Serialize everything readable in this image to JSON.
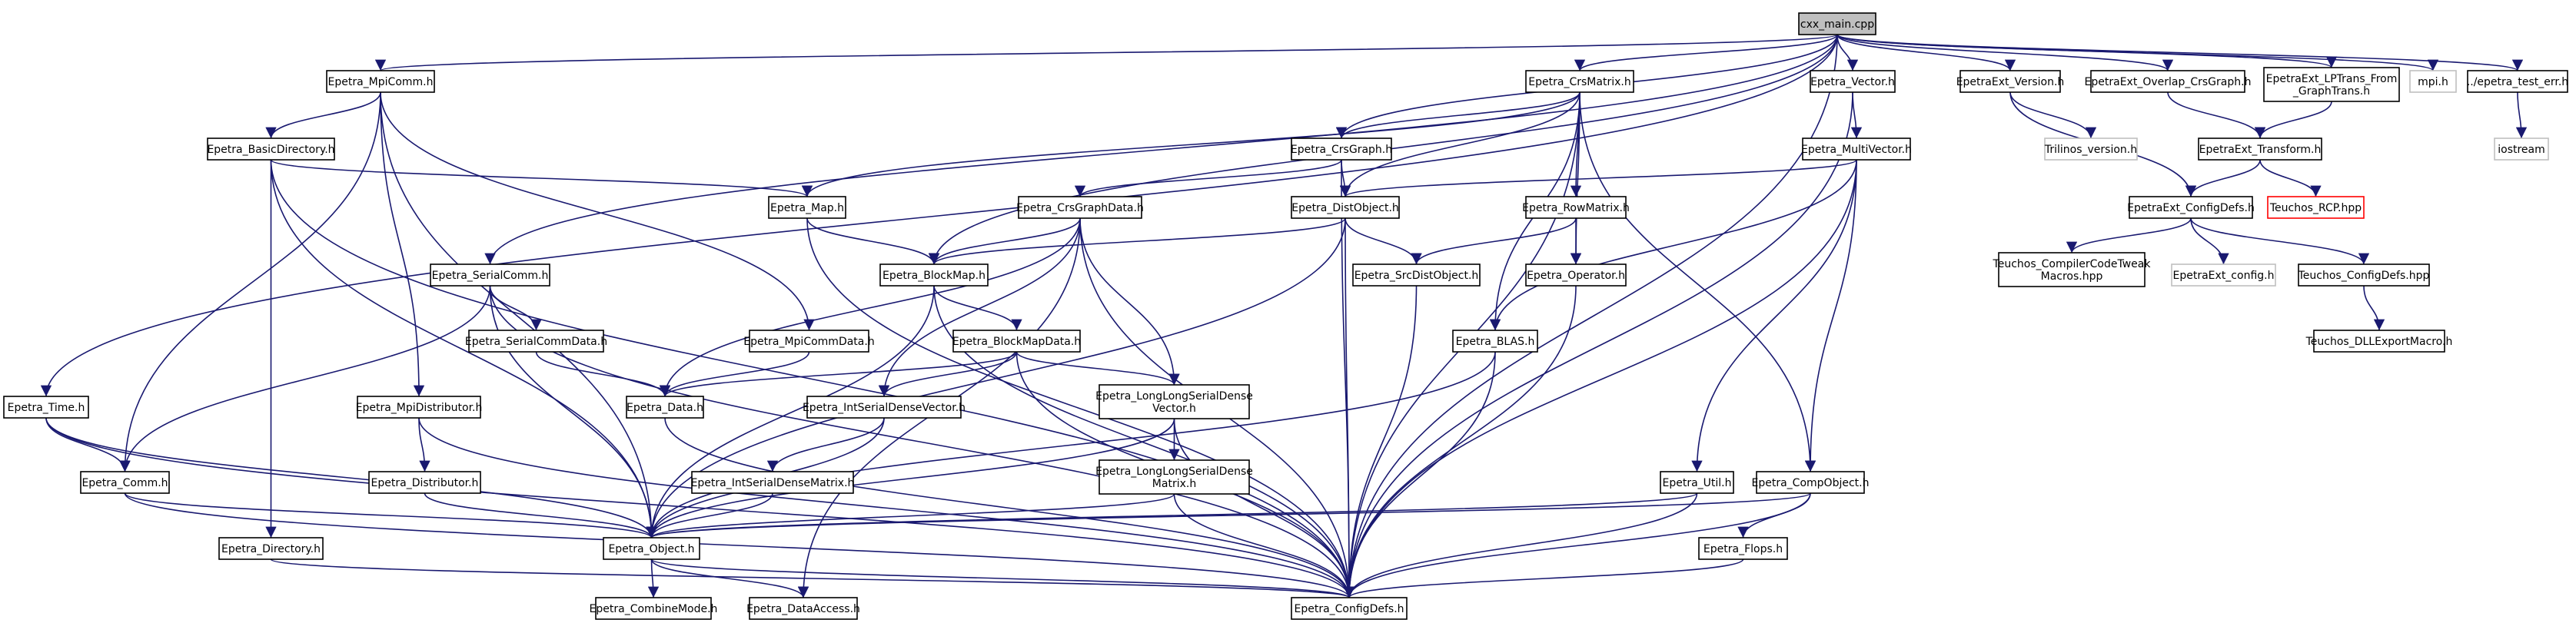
{
  "graph": {
    "nodes": [
      {
        "id": "cxx_main",
        "lines": [
          "cxx_main.cpp"
        ],
        "style": "root"
      },
      {
        "id": "mpicomm",
        "lines": [
          "Epetra_MpiComm.h"
        ]
      },
      {
        "id": "crsmatrix",
        "lines": [
          "Epetra_CrsMatrix.h"
        ]
      },
      {
        "id": "vector",
        "lines": [
          "Epetra_Vector.h"
        ]
      },
      {
        "id": "extversion",
        "lines": [
          "EpetraExt_Version.h"
        ]
      },
      {
        "id": "overlap",
        "lines": [
          "EpetraExt_Overlap_CrsGraph.h"
        ]
      },
      {
        "id": "lptrans",
        "lines": [
          "EpetraExt_LPTrans_From",
          "_GraphTrans.h"
        ]
      },
      {
        "id": "mpih",
        "lines": [
          "mpi.h"
        ],
        "style": "gray"
      },
      {
        "id": "testerr",
        "lines": [
          "../epetra_test_err.h"
        ]
      },
      {
        "id": "basicdir",
        "lines": [
          "Epetra_BasicDirectory.h"
        ]
      },
      {
        "id": "crsgraph",
        "lines": [
          "Epetra_CrsGraph.h"
        ]
      },
      {
        "id": "multivector",
        "lines": [
          "Epetra_MultiVector.h"
        ]
      },
      {
        "id": "trilinosver",
        "lines": [
          "Trilinos_version.h"
        ],
        "style": "gray"
      },
      {
        "id": "exttransform",
        "lines": [
          "EpetraExt_Transform.h"
        ]
      },
      {
        "id": "iostream",
        "lines": [
          "iostream"
        ],
        "style": "gray"
      },
      {
        "id": "map",
        "lines": [
          "Epetra_Map.h"
        ]
      },
      {
        "id": "crsgraphdata",
        "lines": [
          "Epetra_CrsGraphData.h"
        ]
      },
      {
        "id": "distobject",
        "lines": [
          "Epetra_DistObject.h"
        ]
      },
      {
        "id": "rowmatrix",
        "lines": [
          "Epetra_RowMatrix.h"
        ]
      },
      {
        "id": "extconfig",
        "lines": [
          "EpetraExt_ConfigDefs.h"
        ]
      },
      {
        "id": "rcp",
        "lines": [
          "Teuchos_RCP.hpp"
        ],
        "style": "red"
      },
      {
        "id": "serialcomm",
        "lines": [
          "Epetra_SerialComm.h"
        ]
      },
      {
        "id": "blockmap",
        "lines": [
          "Epetra_BlockMap.h"
        ]
      },
      {
        "id": "srcdist",
        "lines": [
          "Epetra_SrcDistObject.h"
        ]
      },
      {
        "id": "operator",
        "lines": [
          "Epetra_Operator.h"
        ]
      },
      {
        "id": "compilercode",
        "lines": [
          "Teuchos_CompilerCodeTweak",
          "Macros.hpp"
        ]
      },
      {
        "id": "extconfigh",
        "lines": [
          "EpetraExt_config.h"
        ],
        "style": "gray"
      },
      {
        "id": "teuchosconfig",
        "lines": [
          "Teuchos_ConfigDefs.hpp"
        ]
      },
      {
        "id": "serialcommdata",
        "lines": [
          "Epetra_SerialCommData.h"
        ]
      },
      {
        "id": "mpicommdata",
        "lines": [
          "Epetra_MpiCommData.h"
        ]
      },
      {
        "id": "blockmapdata",
        "lines": [
          "Epetra_BlockMapData.h"
        ]
      },
      {
        "id": "blas",
        "lines": [
          "Epetra_BLAS.h"
        ]
      },
      {
        "id": "dllexport",
        "lines": [
          "Teuchos_DLLExportMacro.h"
        ]
      },
      {
        "id": "time",
        "lines": [
          "Epetra_Time.h"
        ]
      },
      {
        "id": "mpidistributor",
        "lines": [
          "Epetra_MpiDistributor.h"
        ]
      },
      {
        "id": "data",
        "lines": [
          "Epetra_Data.h"
        ]
      },
      {
        "id": "intserialvec",
        "lines": [
          "Epetra_IntSerialDenseVector.h"
        ]
      },
      {
        "id": "llsdvector",
        "lines": [
          "Epetra_LongLongSerialDense",
          "Vector.h"
        ]
      },
      {
        "id": "comm",
        "lines": [
          "Epetra_Comm.h"
        ]
      },
      {
        "id": "distributor",
        "lines": [
          "Epetra_Distributor.h"
        ]
      },
      {
        "id": "intserialmat",
        "lines": [
          "Epetra_IntSerialDenseMatrix.h"
        ]
      },
      {
        "id": "llsdmatrix",
        "lines": [
          "Epetra_LongLongSerialDense",
          "Matrix.h"
        ]
      },
      {
        "id": "util",
        "lines": [
          "Epetra_Util.h"
        ]
      },
      {
        "id": "compobject",
        "lines": [
          "Epetra_CompObject.h"
        ]
      },
      {
        "id": "directory",
        "lines": [
          "Epetra_Directory.h"
        ]
      },
      {
        "id": "object",
        "lines": [
          "Epetra_Object.h"
        ]
      },
      {
        "id": "flops",
        "lines": [
          "Epetra_Flops.h"
        ]
      },
      {
        "id": "combinemode",
        "lines": [
          "Epetra_CombineMode.h"
        ]
      },
      {
        "id": "dataaccess",
        "lines": [
          "Epetra_DataAccess.h"
        ]
      },
      {
        "id": "configdefs",
        "lines": [
          "Epetra_ConfigDefs.h"
        ]
      }
    ],
    "edges": [
      [
        "cxx_main",
        "mpicomm"
      ],
      [
        "cxx_main",
        "crsmatrix"
      ],
      [
        "cxx_main",
        "vector"
      ],
      [
        "cxx_main",
        "extversion"
      ],
      [
        "cxx_main",
        "overlap"
      ],
      [
        "cxx_main",
        "lptrans"
      ],
      [
        "cxx_main",
        "mpih"
      ],
      [
        "cxx_main",
        "testerr"
      ],
      [
        "cxx_main",
        "time"
      ],
      [
        "cxx_main",
        "serialcomm"
      ],
      [
        "cxx_main",
        "crsgraph"
      ],
      [
        "cxx_main",
        "blockmap"
      ],
      [
        "cxx_main",
        "configdefs"
      ],
      [
        "mpicomm",
        "basicdir"
      ],
      [
        "mpicomm",
        "mpidistributor"
      ],
      [
        "mpicomm",
        "mpicommdata"
      ],
      [
        "mpicomm",
        "comm"
      ],
      [
        "mpicomm",
        "object"
      ],
      [
        "basicdir",
        "map"
      ],
      [
        "basicdir",
        "directory"
      ],
      [
        "basicdir",
        "object"
      ],
      [
        "basicdir",
        "configdefs"
      ],
      [
        "crsmatrix",
        "crsgraph"
      ],
      [
        "crsmatrix",
        "map"
      ],
      [
        "crsmatrix",
        "distobject"
      ],
      [
        "crsmatrix",
        "rowmatrix"
      ],
      [
        "crsmatrix",
        "operator"
      ],
      [
        "crsmatrix",
        "compobject"
      ],
      [
        "crsmatrix",
        "blas"
      ],
      [
        "crsmatrix",
        "configdefs"
      ],
      [
        "crsgraph",
        "crsgraphdata"
      ],
      [
        "crsgraph",
        "distobject"
      ],
      [
        "crsgraph",
        "configdefs"
      ],
      [
        "crsgraphdata",
        "data"
      ],
      [
        "crsgraphdata",
        "blockmap"
      ],
      [
        "crsgraphdata",
        "intserialvec"
      ],
      [
        "crsgraphdata",
        "llsdvector"
      ],
      [
        "crsgraphdata",
        "configdefs"
      ],
      [
        "crsgraphdata",
        "dataaccess"
      ],
      [
        "map",
        "blockmap"
      ],
      [
        "map",
        "configdefs"
      ],
      [
        "distobject",
        "blockmap"
      ],
      [
        "distobject",
        "srcdist"
      ],
      [
        "distobject",
        "object"
      ],
      [
        "distobject",
        "configdefs"
      ],
      [
        "rowmatrix",
        "operator"
      ],
      [
        "rowmatrix",
        "srcdist"
      ],
      [
        "vector",
        "multivector"
      ],
      [
        "vector",
        "configdefs"
      ],
      [
        "multivector",
        "distobject"
      ],
      [
        "multivector",
        "blas"
      ],
      [
        "multivector",
        "util"
      ],
      [
        "multivector",
        "compobject"
      ],
      [
        "multivector",
        "configdefs"
      ],
      [
        "serialcomm",
        "serialcommdata"
      ],
      [
        "serialcomm",
        "comm"
      ],
      [
        "serialcomm",
        "object"
      ],
      [
        "serialcomm",
        "configdefs"
      ],
      [
        "blockmap",
        "blockmapdata"
      ],
      [
        "blockmap",
        "object"
      ],
      [
        "blockmap",
        "configdefs"
      ],
      [
        "blockmapdata",
        "data"
      ],
      [
        "blockmapdata",
        "intserialvec"
      ],
      [
        "blockmapdata",
        "llsdvector"
      ],
      [
        "blockmapdata",
        "configdefs"
      ],
      [
        "srcdist",
        "configdefs"
      ],
      [
        "operator",
        "configdefs"
      ],
      [
        "blas",
        "object"
      ],
      [
        "blas",
        "configdefs"
      ],
      [
        "serialcommdata",
        "data"
      ],
      [
        "mpicommdata",
        "data"
      ],
      [
        "data",
        "configdefs"
      ],
      [
        "intserialvec",
        "intserialmat"
      ],
      [
        "intserialvec",
        "object"
      ],
      [
        "llsdvector",
        "llsdmatrix"
      ],
      [
        "llsdvector",
        "object"
      ],
      [
        "llsdvector",
        "configdefs"
      ],
      [
        "intserialmat",
        "object"
      ],
      [
        "llsdmatrix",
        "object"
      ],
      [
        "llsdmatrix",
        "configdefs"
      ],
      [
        "time",
        "comm"
      ],
      [
        "time",
        "object"
      ],
      [
        "time",
        "configdefs"
      ],
      [
        "comm",
        "object"
      ],
      [
        "comm",
        "configdefs"
      ],
      [
        "mpidistributor",
        "distributor"
      ],
      [
        "mpidistributor",
        "configdefs"
      ],
      [
        "distributor",
        "object"
      ],
      [
        "util",
        "object"
      ],
      [
        "util",
        "configdefs"
      ],
      [
        "compobject",
        "flops"
      ],
      [
        "compobject",
        "object"
      ],
      [
        "compobject",
        "configdefs"
      ],
      [
        "flops",
        "configdefs"
      ],
      [
        "directory",
        "configdefs"
      ],
      [
        "object",
        "combinemode"
      ],
      [
        "object",
        "dataaccess"
      ],
      [
        "object",
        "configdefs"
      ],
      [
        "extversion",
        "trilinosver"
      ],
      [
        "extversion",
        "extconfig"
      ],
      [
        "overlap",
        "exttransform"
      ],
      [
        "lptrans",
        "exttransform"
      ],
      [
        "exttransform",
        "extconfig"
      ],
      [
        "exttransform",
        "rcp"
      ],
      [
        "extconfig",
        "compilercode"
      ],
      [
        "extconfig",
        "extconfigh"
      ],
      [
        "extconfig",
        "teuchosconfig"
      ],
      [
        "teuchosconfig",
        "dllexport"
      ],
      [
        "testerr",
        "iostream"
      ]
    ]
  }
}
